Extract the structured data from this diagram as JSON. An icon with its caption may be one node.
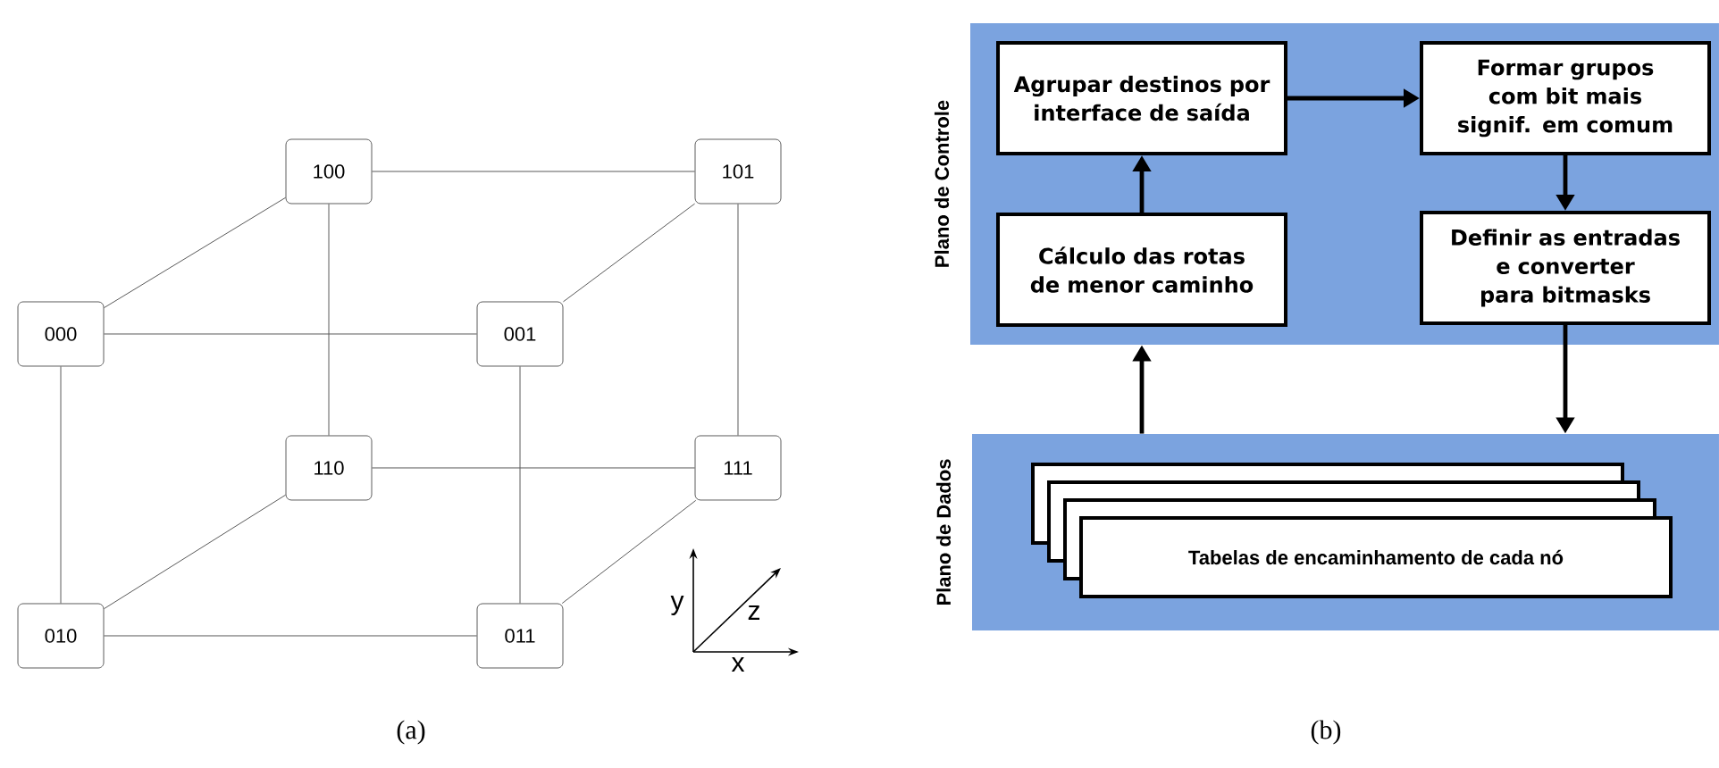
{
  "diagram": {
    "nodes": [
      {
        "text": [
          "100"
        ]
      },
      {
        "text": [
          "101"
        ]
      },
      {
        "text": [
          "000"
        ]
      },
      {
        "text": [
          "001"
        ]
      },
      {
        "text": [
          "110"
        ]
      },
      {
        "text": [
          "111"
        ]
      },
      {
        "text": [
          "010"
        ]
      },
      {
        "text": [
          "011"
        ]
      },
      {
        "text": [
          "Plano de Controle"
        ]
      },
      {
        "text": [
          "Agrupar destinos por interface de saída"
        ],
        "in": 8
      },
      {
        "text": [
          "Formar grupos com bit mais signif. em comum"
        ],
        "in": 8
      },
      {
        "text": [
          "Cálculo das rotas de menor caminho"
        ],
        "in": 8
      },
      {
        "text": [
          "Definir as entradas e converter para bitmasks"
        ],
        "in": 8
      },
      {
        "text": [
          "Plano de Dados"
        ]
      },
      {
        "text": [
          "Tabelas de encaminhamento de cada nó"
        ],
        "in": 13
      }
    ],
    "edges": [
      {
        "from": 0,
        "to": 1,
        "arrow": "none"
      },
      {
        "from": 2,
        "to": 0,
        "arrow": "none"
      },
      {
        "from": 2,
        "to": 3,
        "arrow": "none"
      },
      {
        "from": 3,
        "to": 1,
        "arrow": "none"
      },
      {
        "from": 0,
        "to": 4,
        "arrow": "none"
      },
      {
        "from": 1,
        "to": 5,
        "arrow": "none"
      },
      {
        "from": 2,
        "to": 6,
        "arrow": "none"
      },
      {
        "from": 3,
        "to": 7,
        "arrow": "none"
      },
      {
        "from": 4,
        "to": 5,
        "arrow": "none"
      },
      {
        "from": 6,
        "to": 4,
        "arrow": "none"
      },
      {
        "from": 6,
        "to": 7,
        "arrow": "none"
      },
      {
        "from": 7,
        "to": 5,
        "arrow": "none"
      },
      {
        "from": 11,
        "to": 9,
        "arrow": "to",
        "style": "thick",
        "color": "#000000"
      },
      {
        "from": 9,
        "to": 10,
        "arrow": "to",
        "style": "thick",
        "color": "#000000"
      },
      {
        "from": 10,
        "to": 12,
        "arrow": "to",
        "style": "thick",
        "color": "#000000"
      },
      {
        "from": 12,
        "to": 13,
        "arrow": "to",
        "style": "thick",
        "color": "#000000"
      },
      {
        "from": 13,
        "to": 8,
        "arrow": "to",
        "style": "thick",
        "color": "#000000"
      }
    ],
    "labels": [
      "y",
      "z",
      "x",
      "(a)",
      "(b)"
    ]
  }
}
